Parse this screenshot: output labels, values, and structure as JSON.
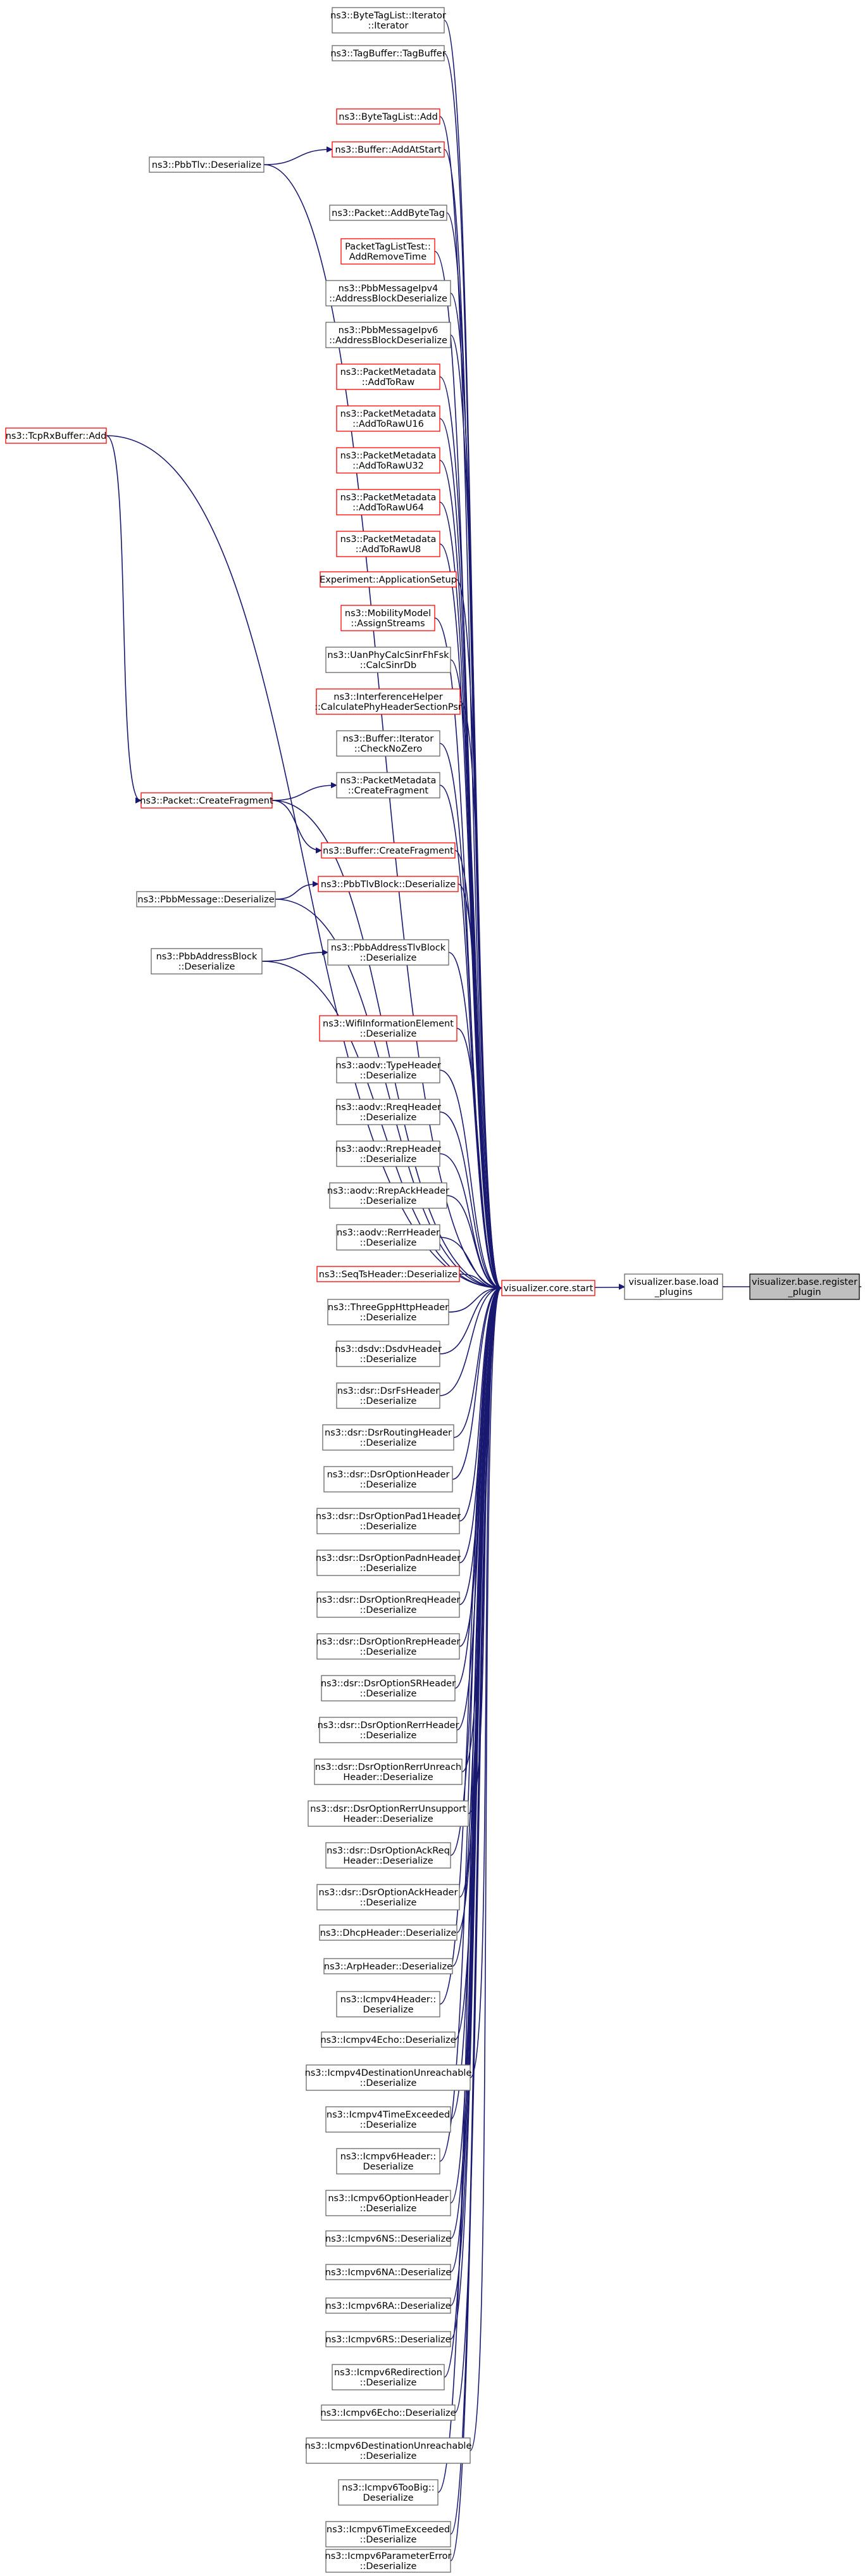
{
  "graph": {
    "edge_color": "#191970",
    "truncated_node_color": "#ff0000",
    "root_fill_color": "#bfbfbf",
    "nodes": [
      {
        "id": "root",
        "lines": [
          "visualizer.base.register",
          "_plugin"
        ],
        "style": "root"
      },
      {
        "id": "load_plugins",
        "lines": [
          "visualizer.base.load",
          "_plugins"
        ],
        "style": "normal"
      },
      {
        "id": "core_start",
        "lines": [
          "visualizer.core.start"
        ],
        "style": "red"
      },
      {
        "id": "n1",
        "lines": [
          "ns3::ByteTagList::Iterator",
          "::Iterator"
        ],
        "style": "normal"
      },
      {
        "id": "n2",
        "lines": [
          "ns3::TagBuffer::TagBuffer"
        ],
        "style": "normal"
      },
      {
        "id": "n3",
        "lines": [
          "ns3::ByteTagList::Add"
        ],
        "style": "red"
      },
      {
        "id": "n4",
        "lines": [
          "ns3::Buffer::AddAtStart"
        ],
        "style": "red"
      },
      {
        "id": "pbbtlv",
        "lines": [
          "ns3::PbbTlv::Deserialize"
        ],
        "style": "normal"
      },
      {
        "id": "n5",
        "lines": [
          "ns3::Packet::AddByteTag"
        ],
        "style": "normal"
      },
      {
        "id": "n6",
        "lines": [
          "PacketTagListTest::",
          "AddRemoveTime"
        ],
        "style": "red"
      },
      {
        "id": "n7",
        "lines": [
          "ns3::PbbMessageIpv4",
          "::AddressBlockDeserialize"
        ],
        "style": "normal"
      },
      {
        "id": "n8",
        "lines": [
          "ns3::PbbMessageIpv6",
          "::AddressBlockDeserialize"
        ],
        "style": "normal"
      },
      {
        "id": "n9",
        "lines": [
          "ns3::PacketMetadata",
          "::AddToRaw"
        ],
        "style": "red"
      },
      {
        "id": "n10",
        "lines": [
          "ns3::PacketMetadata",
          "::AddToRawU16"
        ],
        "style": "red"
      },
      {
        "id": "n11",
        "lines": [
          "ns3::PacketMetadata",
          "::AddToRawU32"
        ],
        "style": "red"
      },
      {
        "id": "n12",
        "lines": [
          "ns3::PacketMetadata",
          "::AddToRawU64"
        ],
        "style": "red"
      },
      {
        "id": "n13",
        "lines": [
          "ns3::PacketMetadata",
          "::AddToRawU8"
        ],
        "style": "red"
      },
      {
        "id": "n14",
        "lines": [
          "Experiment::ApplicationSetup"
        ],
        "style": "red"
      },
      {
        "id": "n15",
        "lines": [
          "ns3::MobilityModel",
          "::AssignStreams"
        ],
        "style": "red"
      },
      {
        "id": "n16",
        "lines": [
          "ns3::UanPhyCalcSinrFhFsk",
          "::CalcSinrDb"
        ],
        "style": "normal"
      },
      {
        "id": "n17",
        "lines": [
          "ns3::InterferenceHelper",
          "::CalculatePhyHeaderSectionPsr"
        ],
        "style": "red"
      },
      {
        "id": "n18",
        "lines": [
          "ns3::Buffer::Iterator",
          "::CheckNoZero"
        ],
        "style": "normal"
      },
      {
        "id": "n19",
        "lines": [
          "ns3::PacketMetadata",
          "::CreateFragment"
        ],
        "style": "normal"
      },
      {
        "id": "tcprx",
        "lines": [
          "ns3::TcpRxBuffer::Add"
        ],
        "style": "red"
      },
      {
        "id": "createfrag",
        "lines": [
          "ns3::Packet::CreateFragment"
        ],
        "style": "red"
      },
      {
        "id": "n20",
        "lines": [
          "ns3::Buffer::CreateFragment"
        ],
        "style": "red"
      },
      {
        "id": "n21",
        "lines": [
          "ns3::PbbTlvBlock::Deserialize"
        ],
        "style": "red"
      },
      {
        "id": "pbbmsg",
        "lines": [
          "ns3::PbbMessage::Deserialize"
        ],
        "style": "normal"
      },
      {
        "id": "n22",
        "lines": [
          "ns3::PbbAddressTlvBlock",
          "::Deserialize"
        ],
        "style": "normal"
      },
      {
        "id": "pbbaddr",
        "lines": [
          "ns3::PbbAddressBlock",
          "::Deserialize"
        ],
        "style": "normal"
      },
      {
        "id": "n23",
        "lines": [
          "ns3::WifiInformationElement",
          "::Deserialize"
        ],
        "style": "red"
      },
      {
        "id": "n24",
        "lines": [
          "ns3::aodv::TypeHeader",
          "::Deserialize"
        ],
        "style": "normal"
      },
      {
        "id": "n25",
        "lines": [
          "ns3::aodv::RreqHeader",
          "::Deserialize"
        ],
        "style": "normal"
      },
      {
        "id": "n26",
        "lines": [
          "ns3::aodv::RrepHeader",
          "::Deserialize"
        ],
        "style": "normal"
      },
      {
        "id": "n27",
        "lines": [
          "ns3::aodv::RrepAckHeader",
          "::Deserialize"
        ],
        "style": "normal"
      },
      {
        "id": "n28",
        "lines": [
          "ns3::aodv::RerrHeader",
          "::Deserialize"
        ],
        "style": "normal"
      },
      {
        "id": "n29",
        "lines": [
          "ns3::SeqTsHeader::Deserialize"
        ],
        "style": "red"
      },
      {
        "id": "n30",
        "lines": [
          "ns3::ThreeGppHttpHeader",
          "::Deserialize"
        ],
        "style": "normal"
      },
      {
        "id": "n31",
        "lines": [
          "ns3::dsdv::DsdvHeader",
          "::Deserialize"
        ],
        "style": "normal"
      },
      {
        "id": "n32",
        "lines": [
          "ns3::dsr::DsrFsHeader",
          "::Deserialize"
        ],
        "style": "normal"
      },
      {
        "id": "n33",
        "lines": [
          "ns3::dsr::DsrRoutingHeader",
          "::Deserialize"
        ],
        "style": "normal"
      },
      {
        "id": "n34",
        "lines": [
          "ns3::dsr::DsrOptionHeader",
          "::Deserialize"
        ],
        "style": "normal"
      },
      {
        "id": "n35",
        "lines": [
          "ns3::dsr::DsrOptionPad1Header",
          "::Deserialize"
        ],
        "style": "normal"
      },
      {
        "id": "n36",
        "lines": [
          "ns3::dsr::DsrOptionPadnHeader",
          "::Deserialize"
        ],
        "style": "normal"
      },
      {
        "id": "n37",
        "lines": [
          "ns3::dsr::DsrOptionRreqHeader",
          "::Deserialize"
        ],
        "style": "normal"
      },
      {
        "id": "n38",
        "lines": [
          "ns3::dsr::DsrOptionRrepHeader",
          "::Deserialize"
        ],
        "style": "normal"
      },
      {
        "id": "n39",
        "lines": [
          "ns3::dsr::DsrOptionSRHeader",
          "::Deserialize"
        ],
        "style": "normal"
      },
      {
        "id": "n40",
        "lines": [
          "ns3::dsr::DsrOptionRerrHeader",
          "::Deserialize"
        ],
        "style": "normal"
      },
      {
        "id": "n41",
        "lines": [
          "ns3::dsr::DsrOptionRerrUnreach",
          "Header::Deserialize"
        ],
        "style": "normal"
      },
      {
        "id": "n42",
        "lines": [
          "ns3::dsr::DsrOptionRerrUnsupport",
          "Header::Deserialize"
        ],
        "style": "normal"
      },
      {
        "id": "n43",
        "lines": [
          "ns3::dsr::DsrOptionAckReq",
          "Header::Deserialize"
        ],
        "style": "normal"
      },
      {
        "id": "n44",
        "lines": [
          "ns3::dsr::DsrOptionAckHeader",
          "::Deserialize"
        ],
        "style": "normal"
      },
      {
        "id": "n45",
        "lines": [
          "ns3::DhcpHeader::Deserialize"
        ],
        "style": "normal"
      },
      {
        "id": "n46",
        "lines": [
          "ns3::ArpHeader::Deserialize"
        ],
        "style": "normal"
      },
      {
        "id": "n47",
        "lines": [
          "ns3::Icmpv4Header::",
          "Deserialize"
        ],
        "style": "normal"
      },
      {
        "id": "n48",
        "lines": [
          "ns3::Icmpv4Echo::Deserialize"
        ],
        "style": "normal"
      },
      {
        "id": "n49",
        "lines": [
          "ns3::Icmpv4DestinationUnreachable",
          "::Deserialize"
        ],
        "style": "normal"
      },
      {
        "id": "n50",
        "lines": [
          "ns3::Icmpv4TimeExceeded",
          "::Deserialize"
        ],
        "style": "normal"
      },
      {
        "id": "n51",
        "lines": [
          "ns3::Icmpv6Header::",
          "Deserialize"
        ],
        "style": "normal"
      },
      {
        "id": "n52",
        "lines": [
          "ns3::Icmpv6OptionHeader",
          "::Deserialize"
        ],
        "style": "normal"
      },
      {
        "id": "n53",
        "lines": [
          "ns3::Icmpv6NS::Deserialize"
        ],
        "style": "normal"
      },
      {
        "id": "n54",
        "lines": [
          "ns3::Icmpv6NA::Deserialize"
        ],
        "style": "normal"
      },
      {
        "id": "n55",
        "lines": [
          "ns3::Icmpv6RA::Deserialize"
        ],
        "style": "normal"
      },
      {
        "id": "n56",
        "lines": [
          "ns3::Icmpv6RS::Deserialize"
        ],
        "style": "normal"
      },
      {
        "id": "n57",
        "lines": [
          "ns3::Icmpv6Redirection",
          "::Deserialize"
        ],
        "style": "normal"
      },
      {
        "id": "n58",
        "lines": [
          "ns3::Icmpv6Echo::Deserialize"
        ],
        "style": "normal"
      },
      {
        "id": "n59",
        "lines": [
          "ns3::Icmpv6DestinationUnreachable",
          "::Deserialize"
        ],
        "style": "normal"
      },
      {
        "id": "n60",
        "lines": [
          "ns3::Icmpv6TooBig::",
          "Deserialize"
        ],
        "style": "normal"
      },
      {
        "id": "n61",
        "lines": [
          "ns3::Icmpv6TimeExceeded",
          "::Deserialize"
        ],
        "style": "normal"
      },
      {
        "id": "n62",
        "lines": [
          "ns3::Icmpv6ParameterError",
          "::Deserialize"
        ],
        "style": "normal"
      }
    ],
    "edges": [
      [
        "root",
        "load_plugins"
      ],
      [
        "load_plugins",
        "core_start"
      ],
      [
        "n1",
        "core_start"
      ],
      [
        "n2",
        "core_start"
      ],
      [
        "n3",
        "core_start"
      ],
      [
        "n4",
        "core_start"
      ],
      [
        "pbbtlv",
        "n4"
      ],
      [
        "pbbtlv",
        "core_start"
      ],
      [
        "n5",
        "core_start"
      ],
      [
        "n6",
        "core_start"
      ],
      [
        "n7",
        "core_start"
      ],
      [
        "n8",
        "core_start"
      ],
      [
        "n9",
        "core_start"
      ],
      [
        "n10",
        "core_start"
      ],
      [
        "n11",
        "core_start"
      ],
      [
        "n12",
        "core_start"
      ],
      [
        "n13",
        "core_start"
      ],
      [
        "n14",
        "core_start"
      ],
      [
        "n15",
        "core_start"
      ],
      [
        "n16",
        "core_start"
      ],
      [
        "n17",
        "core_start"
      ],
      [
        "n18",
        "core_start"
      ],
      [
        "n19",
        "core_start"
      ],
      [
        "createfrag",
        "n19"
      ],
      [
        "createfrag",
        "n20"
      ],
      [
        "createfrag",
        "core_start"
      ],
      [
        "tcprx",
        "createfrag"
      ],
      [
        "tcprx",
        "core_start"
      ],
      [
        "n20",
        "core_start"
      ],
      [
        "n21",
        "core_start"
      ],
      [
        "pbbmsg",
        "n21"
      ],
      [
        "pbbmsg",
        "core_start"
      ],
      [
        "n22",
        "core_start"
      ],
      [
        "pbbaddr",
        "n22"
      ],
      [
        "pbbaddr",
        "core_start"
      ],
      [
        "n23",
        "core_start"
      ],
      [
        "n24",
        "core_start"
      ],
      [
        "n25",
        "core_start"
      ],
      [
        "n26",
        "core_start"
      ],
      [
        "n27",
        "core_start"
      ],
      [
        "n28",
        "core_start"
      ],
      [
        "n29",
        "core_start"
      ],
      [
        "n30",
        "core_start"
      ],
      [
        "n31",
        "core_start"
      ],
      [
        "n32",
        "core_start"
      ],
      [
        "n33",
        "core_start"
      ],
      [
        "n34",
        "core_start"
      ],
      [
        "n35",
        "core_start"
      ],
      [
        "n36",
        "core_start"
      ],
      [
        "n37",
        "core_start"
      ],
      [
        "n38",
        "core_start"
      ],
      [
        "n39",
        "core_start"
      ],
      [
        "n40",
        "core_start"
      ],
      [
        "n41",
        "core_start"
      ],
      [
        "n42",
        "core_start"
      ],
      [
        "n43",
        "core_start"
      ],
      [
        "n44",
        "core_start"
      ],
      [
        "n45",
        "core_start"
      ],
      [
        "n46",
        "core_start"
      ],
      [
        "n47",
        "core_start"
      ],
      [
        "n48",
        "core_start"
      ],
      [
        "n49",
        "core_start"
      ],
      [
        "n50",
        "core_start"
      ],
      [
        "n51",
        "core_start"
      ],
      [
        "n52",
        "core_start"
      ],
      [
        "n53",
        "core_start"
      ],
      [
        "n54",
        "core_start"
      ],
      [
        "n55",
        "core_start"
      ],
      [
        "n56",
        "core_start"
      ],
      [
        "n57",
        "core_start"
      ],
      [
        "n58",
        "core_start"
      ],
      [
        "n59",
        "core_start"
      ],
      [
        "n60",
        "core_start"
      ],
      [
        "n61",
        "core_start"
      ],
      [
        "n62",
        "core_start"
      ]
    ]
  }
}
